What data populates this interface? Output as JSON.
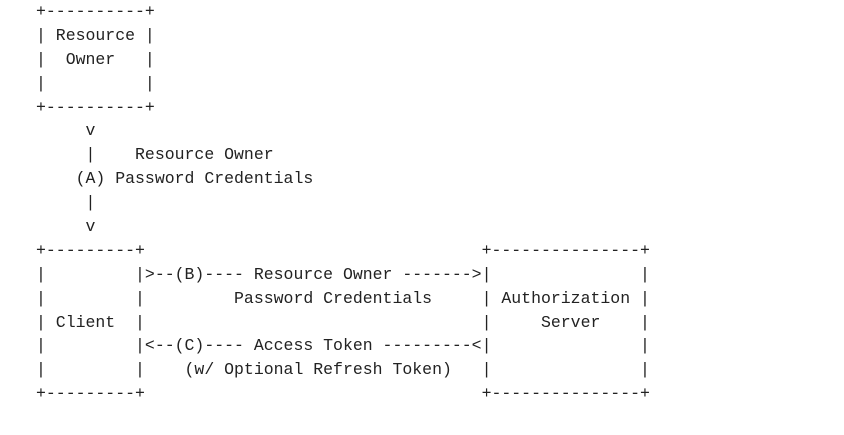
{
  "diagram": {
    "lines": [
      "+----------+",
      "| Resource |",
      "|  Owner   |",
      "|          |",
      "+----------+",
      "     v",
      "     |    Resource Owner",
      "    (A) Password Credentials",
      "     |",
      "     v",
      "+---------+                                  +---------------+",
      "|         |>--(B)---- Resource Owner ------->|               |",
      "|         |         Password Credentials     | Authorization |",
      "| Client  |                                  |     Server    |",
      "|         |<--(C)---- Access Token ---------<|               |",
      "|         |    (w/ Optional Refresh Token)   |               |",
      "+---------+                                  +---------------+"
    ]
  }
}
